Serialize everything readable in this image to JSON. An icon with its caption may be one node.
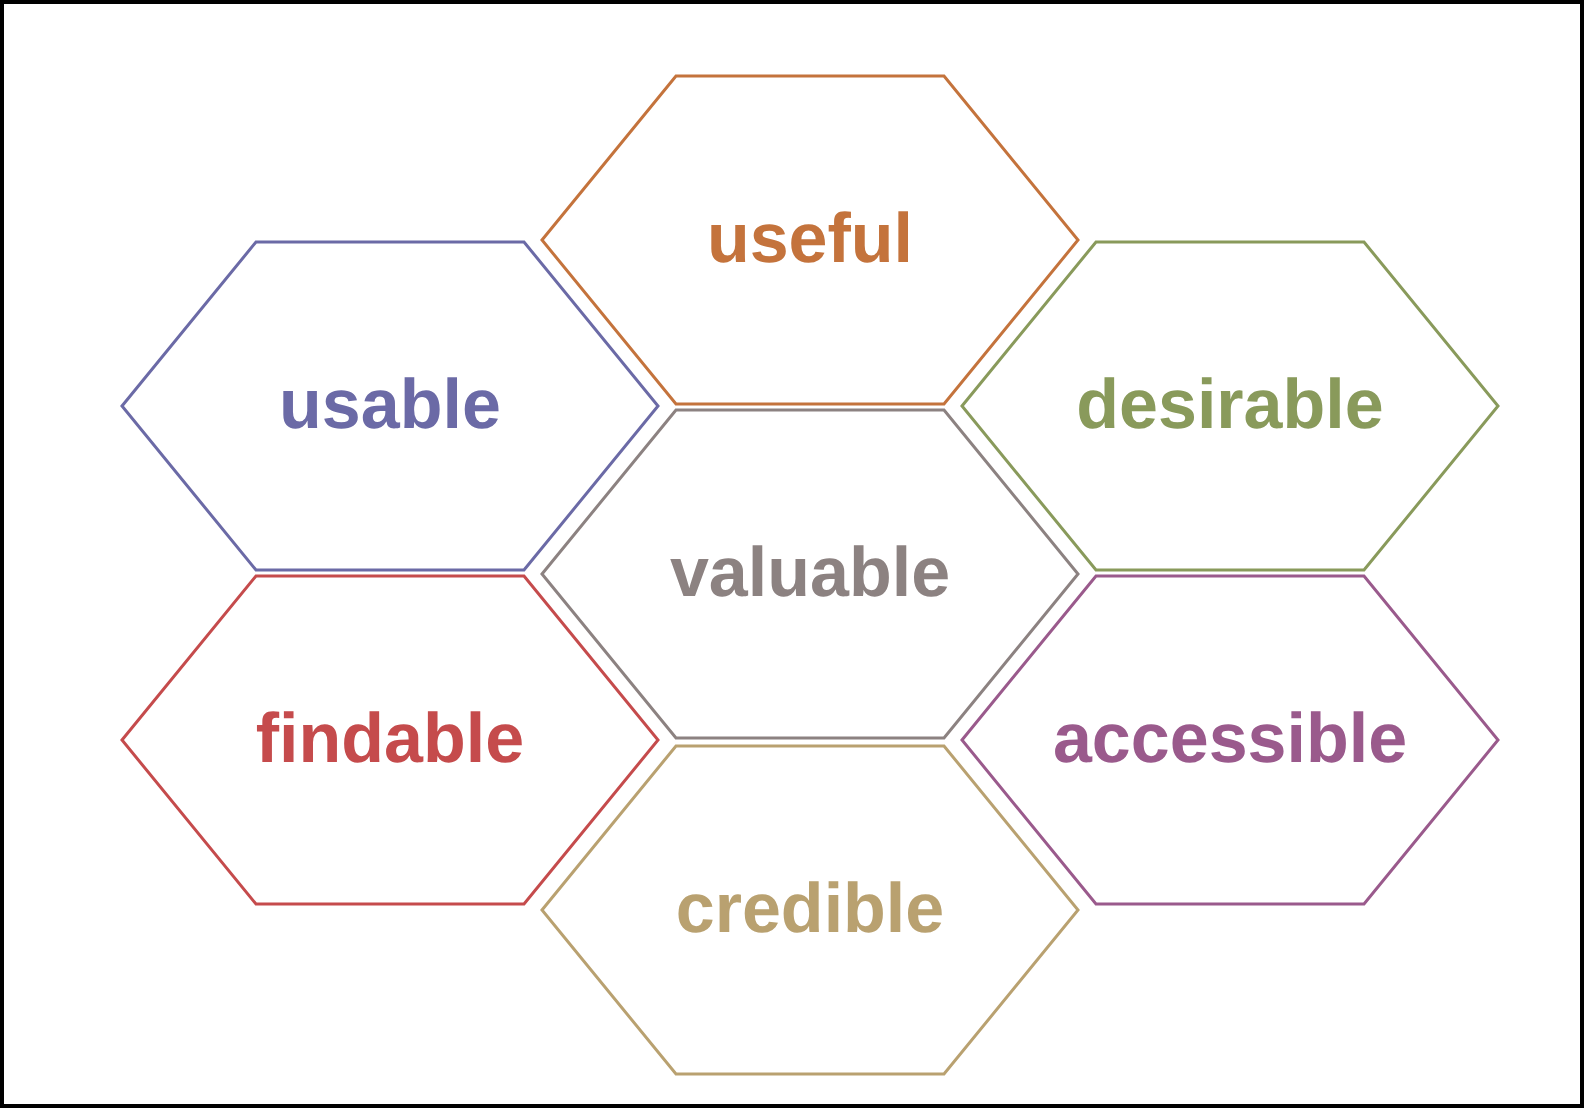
{
  "diagram": {
    "nodes": [
      {
        "text": [
          "useful"
        ]
      },
      {
        "text": [
          "usable"
        ]
      },
      {
        "text": [
          "desirable"
        ]
      },
      {
        "text": [
          "valuable"
        ]
      },
      {
        "text": [
          "findable"
        ]
      },
      {
        "text": [
          "accessible"
        ]
      },
      {
        "text": [
          "credible"
        ]
      }
    ]
  }
}
